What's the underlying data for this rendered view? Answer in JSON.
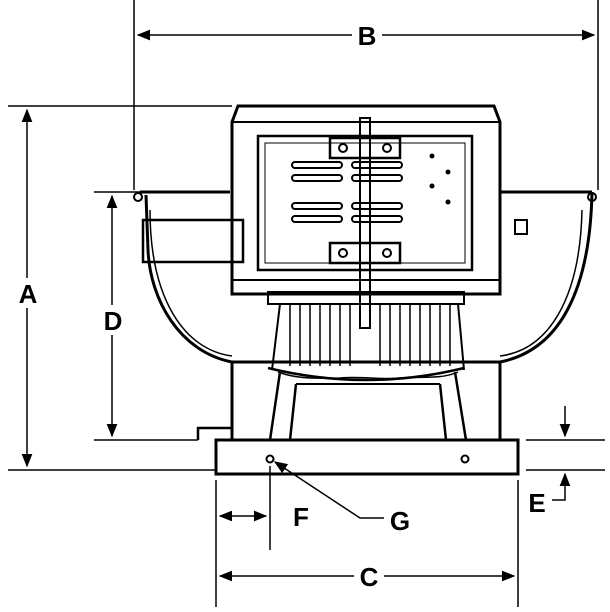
{
  "labels": {
    "A": "A",
    "B": "B",
    "C": "C",
    "D": "D",
    "E": "E",
    "F": "F",
    "G": "G"
  },
  "colors": {
    "line": "#000000",
    "background": "#ffffff"
  }
}
